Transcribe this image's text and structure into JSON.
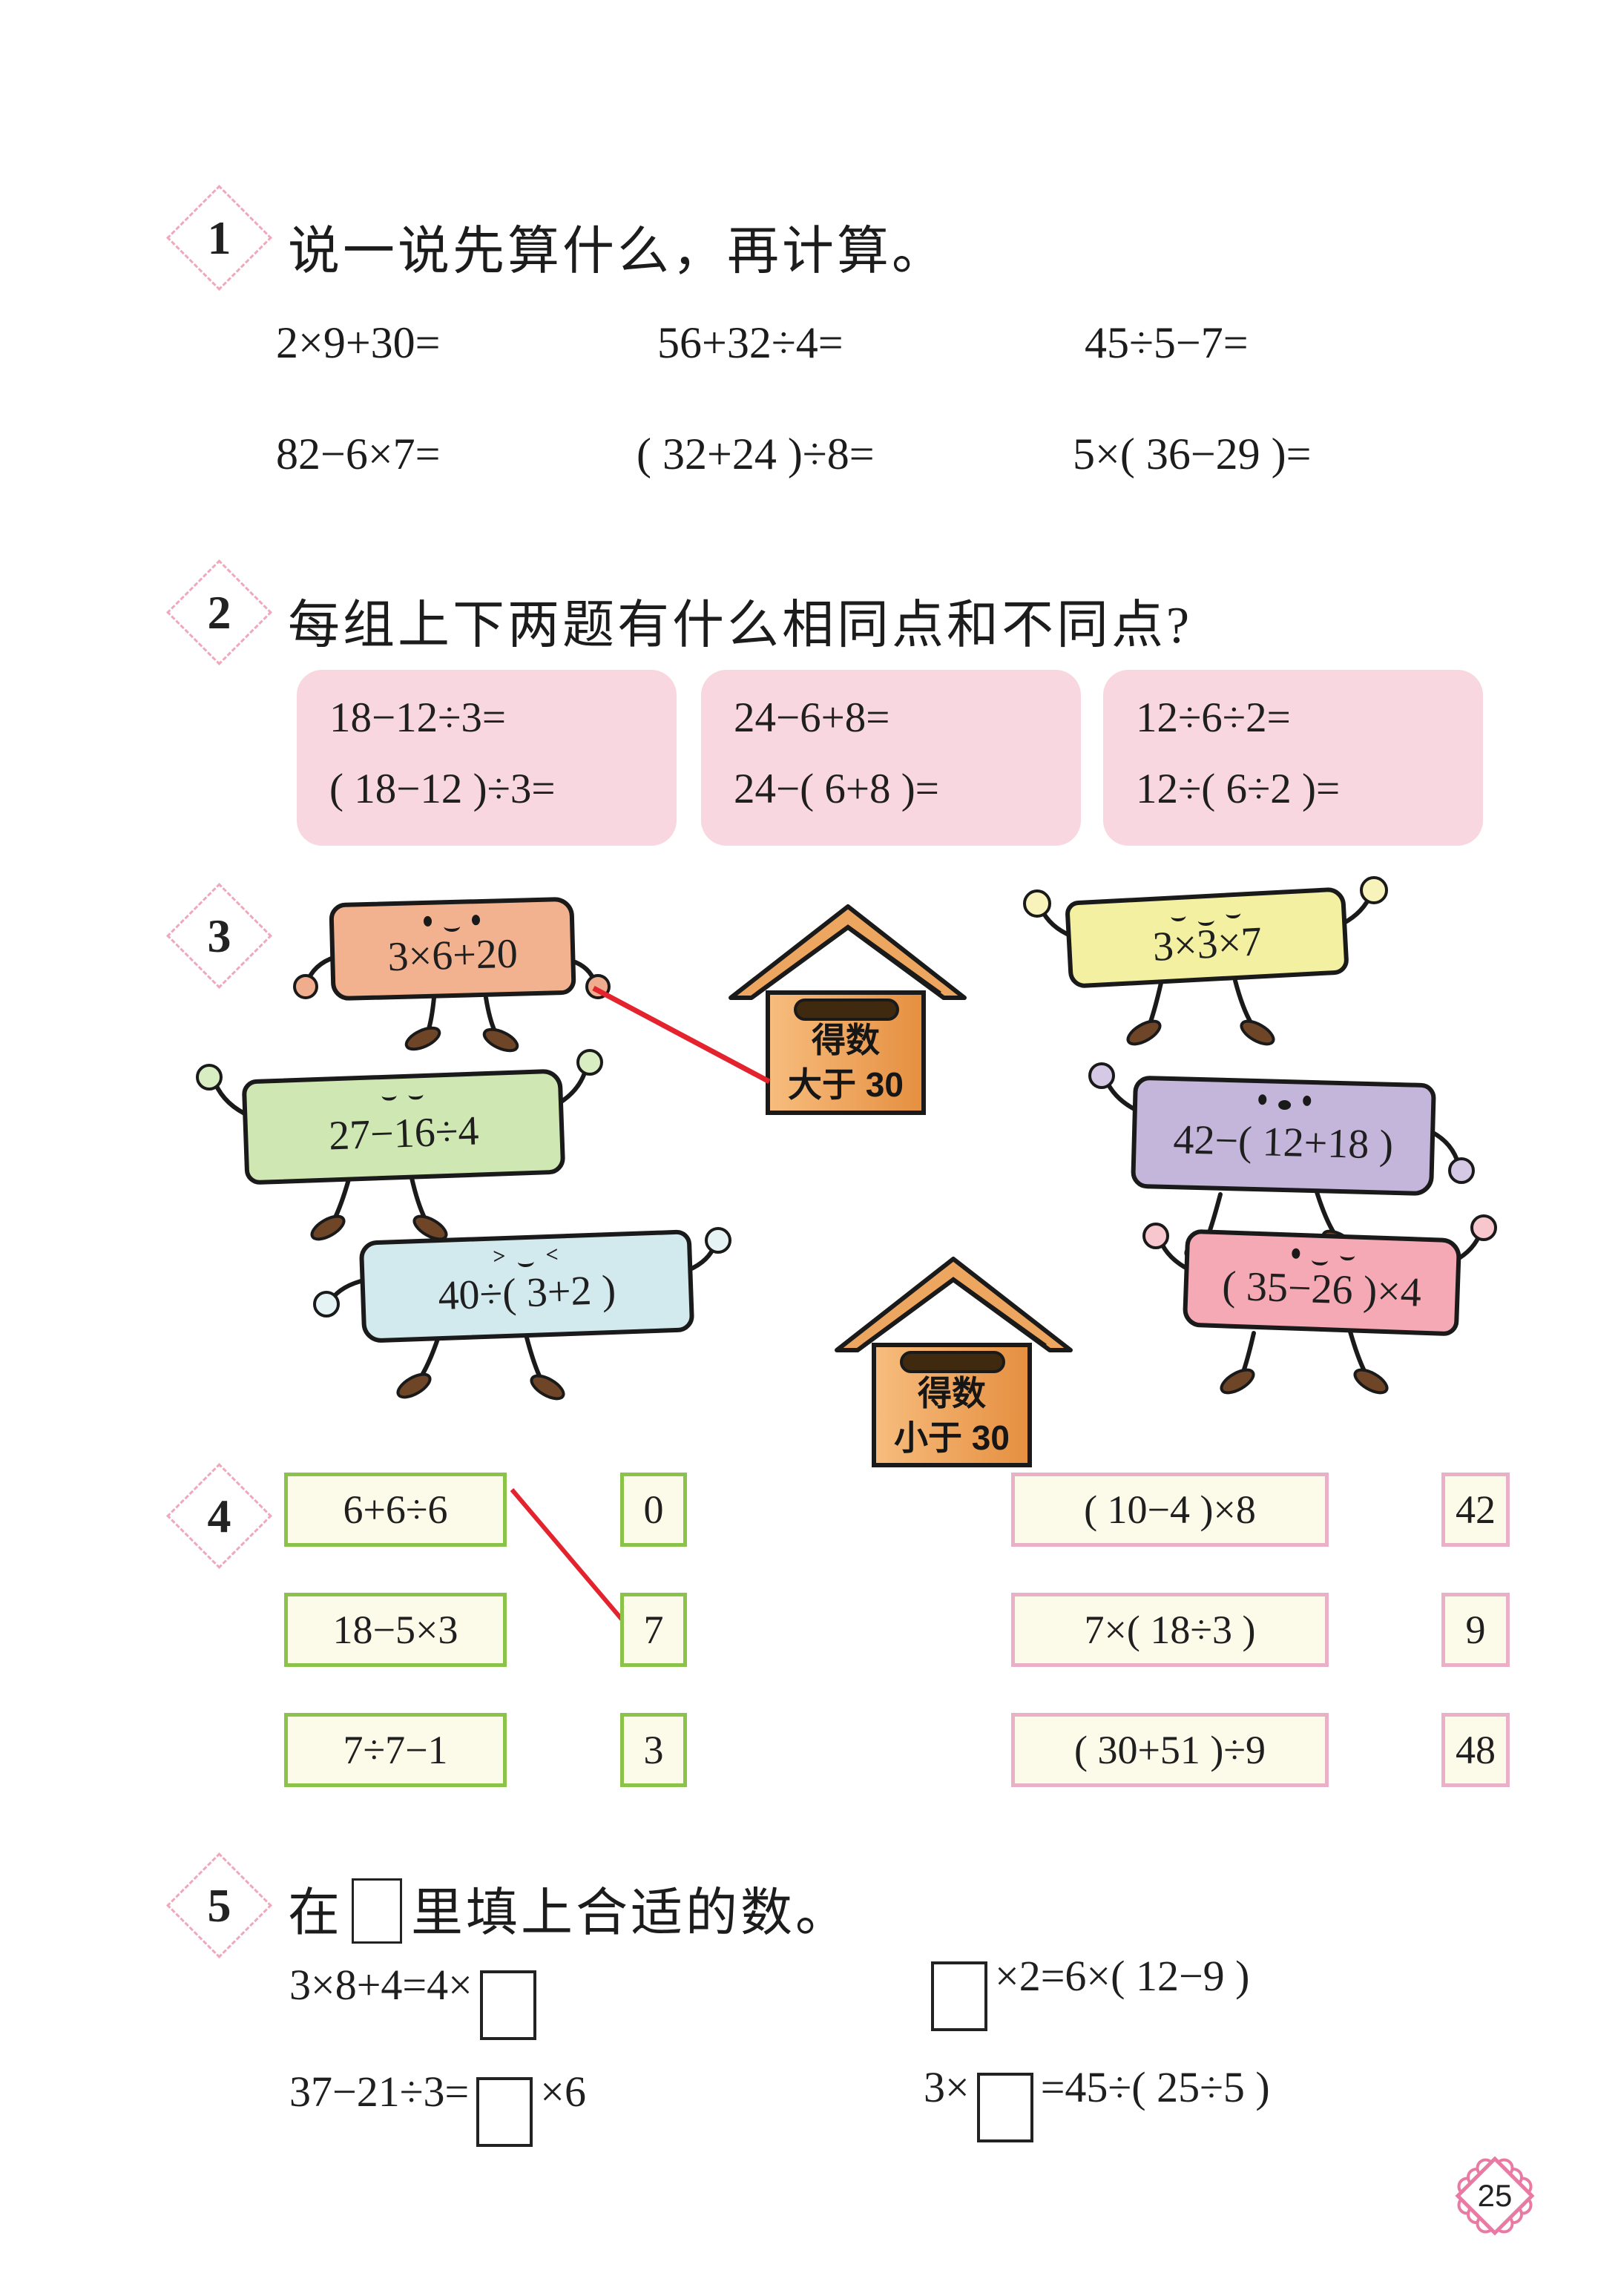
{
  "page": {
    "number": "25"
  },
  "colors": {
    "badge_pink": "#f0a8bc",
    "box_pink_bg": "#f8d7e0",
    "match_green_border": "#8bc34a",
    "match_pink_border": "#eab0c8",
    "match_cream_bg": "#fcfae9",
    "red_line": "#e3242e",
    "house_orange": "#f2ae6a",
    "page_number_pink": "#e87aa4",
    "outline_black": "#1a1a1a"
  },
  "p1": {
    "badge": "1",
    "title": "说一说先算什么，再计算。",
    "row1": [
      "2×9+30=",
      "56+32÷4=",
      "45÷5−7="
    ],
    "row2": [
      "82−6×7=",
      "( 32+24 )÷8=",
      "5×( 36−29 )="
    ]
  },
  "p2": {
    "badge": "2",
    "title": "每组上下两题有什么相同点和不同点?",
    "groups": [
      {
        "top": "18−12÷3=",
        "bottom": "( 18−12 )÷3="
      },
      {
        "top": "24−6+8=",
        "bottom": "24−( 6+8 )="
      },
      {
        "top": "12÷6÷2=",
        "bottom": "12÷( 6÷2 )="
      }
    ]
  },
  "p3": {
    "badge": "3",
    "banners": [
      {
        "id": "orange",
        "label": "3×6+20",
        "color": "#f2b28f"
      },
      {
        "id": "yellow",
        "label": "3×3×7",
        "color": "#f4f0a2"
      },
      {
        "id": "green",
        "label": "27−16÷4",
        "color": "#cfe8b3"
      },
      {
        "id": "purple",
        "label": "42−( 12+18 )",
        "color": "#c4b6da"
      },
      {
        "id": "blue",
        "label": "40÷( 3+2 )",
        "color": "#d2e9ee"
      },
      {
        "id": "pink",
        "label": "( 35−26 )×4",
        "color": "#f4a9b4"
      }
    ],
    "houses": [
      {
        "line1": "得数",
        "line2": "大于 30"
      },
      {
        "line1": "得数",
        "line2": "小于 30"
      }
    ]
  },
  "p4": {
    "badge": "4",
    "left": [
      {
        "expr": "6+6÷6",
        "ans": "0"
      },
      {
        "expr": "18−5×3",
        "ans": "7"
      },
      {
        "expr": "7÷7−1",
        "ans": "3"
      }
    ],
    "right": [
      {
        "expr": "( 10−4 )×8",
        "ans": "42"
      },
      {
        "expr": "7×( 18÷3 )",
        "ans": "9"
      },
      {
        "expr": "( 30+51 )÷9",
        "ans": "48"
      }
    ]
  },
  "p5": {
    "badge": "5",
    "title_before": "在",
    "title_after": "里填上合适的数。",
    "eq": {
      "a_left_before": "3×8+4=4×",
      "a_right_after": "×2=6×( 12−9 )",
      "b_left_before": "37−21÷3=",
      "b_left_after": "×6",
      "b_right_before": "3×",
      "b_right_after": "=45÷( 25÷5 )"
    }
  }
}
